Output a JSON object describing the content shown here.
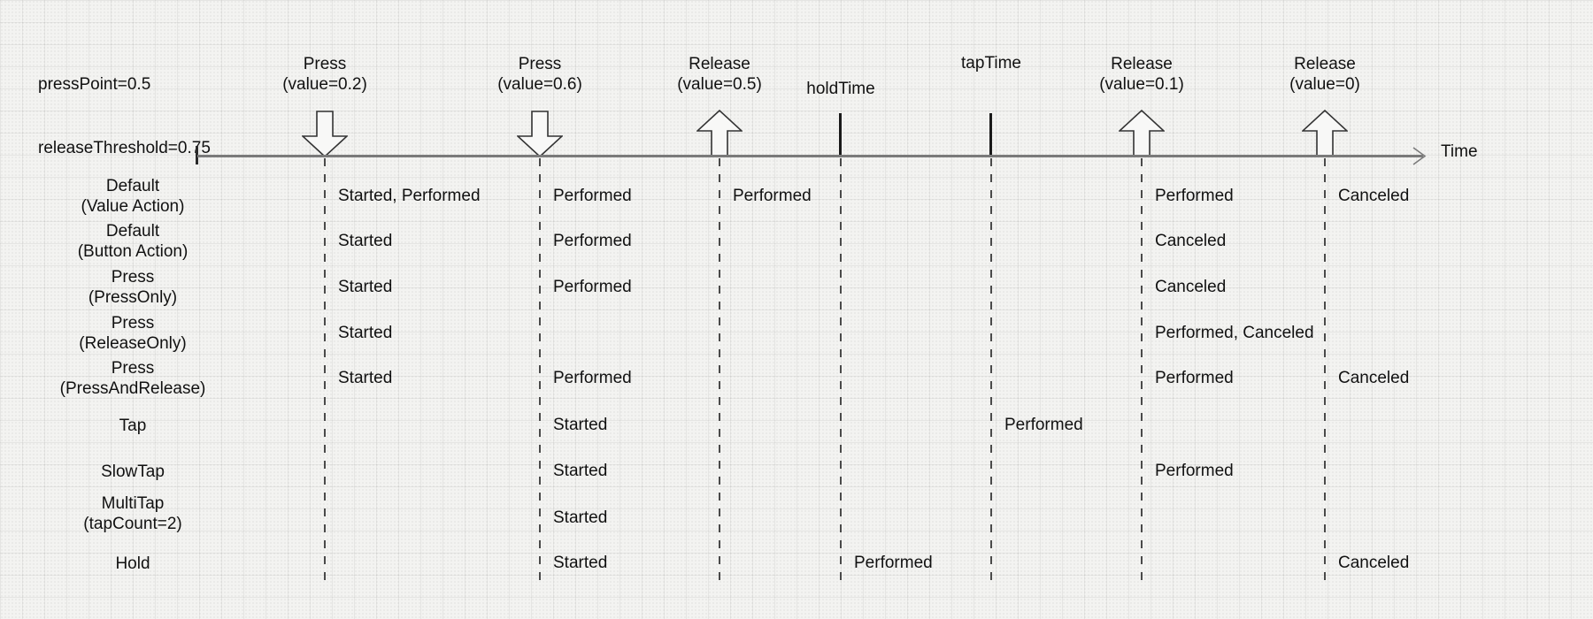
{
  "params": {
    "line1": "pressPoint=0.5",
    "line2": "releaseThreshold=0.75"
  },
  "axis": {
    "label": "Time"
  },
  "markers": [
    {
      "id": "press-value-0-2",
      "type": "down-arrow",
      "label1": "Press",
      "label2": "(value=0.2)"
    },
    {
      "id": "press-value-0-6",
      "type": "down-arrow",
      "label1": "Press",
      "label2": "(value=0.6)"
    },
    {
      "id": "release-value-0-5",
      "type": "up-arrow",
      "label1": "Release",
      "label2": "(value=0.5)"
    },
    {
      "id": "hold-time",
      "type": "tick",
      "label1": "holdTime"
    },
    {
      "id": "tap-time",
      "type": "tick",
      "label1": "tapTime"
    },
    {
      "id": "release-value-0-1",
      "type": "up-arrow",
      "label1": "Release",
      "label2": "(value=0.1)"
    },
    {
      "id": "release-value-0",
      "type": "up-arrow",
      "label1": "Release",
      "label2": "(value=0)"
    }
  ],
  "rows": [
    {
      "label1": "Default",
      "label2": "(Value Action)",
      "events": [
        "Started, Performed",
        "Performed",
        "Performed",
        "Performed",
        "Canceled"
      ]
    },
    {
      "label1": "Default",
      "label2": "(Button Action)",
      "events": [
        "Started",
        "Performed",
        "Canceled"
      ]
    },
    {
      "label1": "Press",
      "label2": "(PressOnly)",
      "events": [
        "Started",
        "Performed",
        "Canceled"
      ]
    },
    {
      "label1": "Press",
      "label2": "(ReleaseOnly)",
      "events": [
        "Started",
        "Performed, Canceled"
      ]
    },
    {
      "label1": "Press",
      "label2": "(PressAndRelease)",
      "events": [
        "Started",
        "Performed",
        "Performed",
        "Canceled"
      ]
    },
    {
      "label1": "Tap",
      "label2": "",
      "events": [
        "Started",
        "Performed"
      ]
    },
    {
      "label1": "SlowTap",
      "label2": "",
      "events": [
        "Started",
        "Performed"
      ]
    },
    {
      "label1": "MultiTap",
      "label2": "(tapCount=2)",
      "events": [
        "Started"
      ]
    },
    {
      "label1": "Hold",
      "label2": "",
      "events": [
        "Started",
        "Performed",
        "Canceled"
      ]
    }
  ],
  "appearance": {
    "background": "#f3f3f1",
    "grid_line": "#dcdcdc",
    "text_color": "#111111",
    "axis_color": "#7a7a7a",
    "dash_color": "#4a4a4a",
    "arrow_fill": "#f8f8f7",
    "arrow_stroke": "#333333"
  }
}
